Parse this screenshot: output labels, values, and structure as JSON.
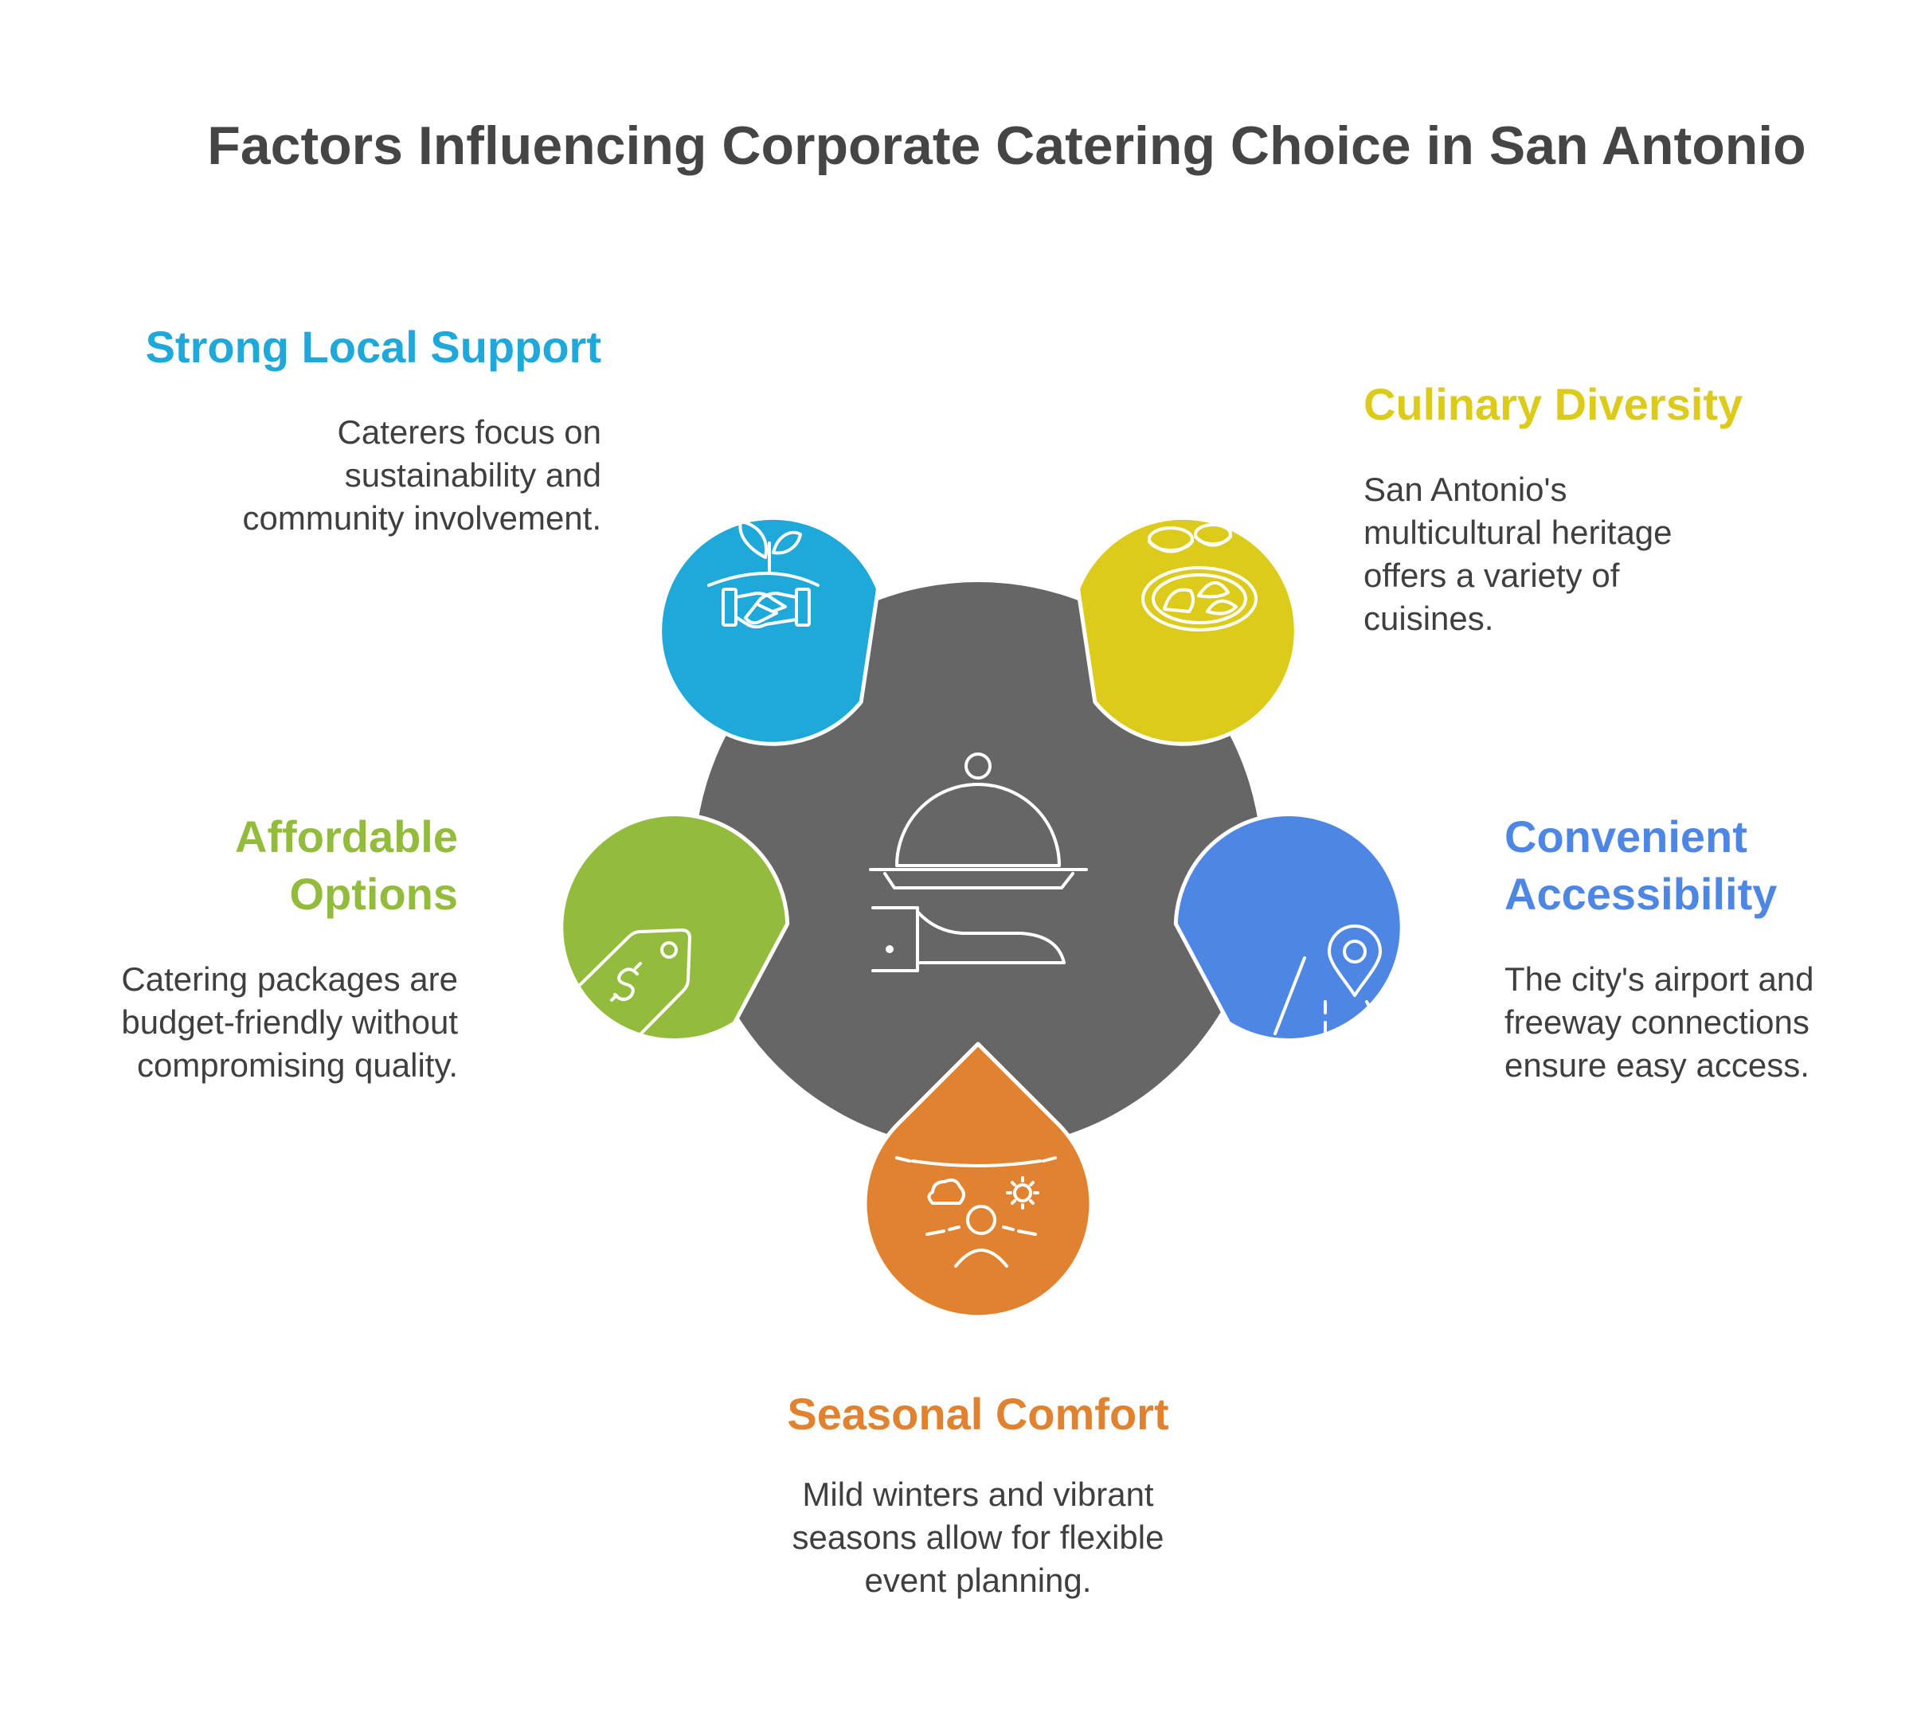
{
  "title": "Factors Influencing Corporate Catering Choice in San Antonio",
  "center": {
    "icon": "catering-cloche-serving-icon",
    "color": "#666666"
  },
  "factors": [
    {
      "label": "Strong Local Support",
      "color": "#1FA8DA",
      "icon": "plant-handshake-icon",
      "description": "Caterers focus on sustainability and community involvement."
    },
    {
      "label": "Culinary Diversity",
      "color": "#DDCB1B",
      "icon": "food-plate-bowls-icon",
      "description": "San Antonio's multicultural heritage offers a variety of cuisines."
    },
    {
      "label": "Convenient Accessibility",
      "color": "#4E86E5",
      "icon": "road-map-pin-icon",
      "description": "The city's airport and freeway connections ensure easy access."
    },
    {
      "label": "Seasonal Comfort",
      "color": "#E0822F",
      "icon": "person-weather-icon",
      "description": "Mild winters and vibrant seasons allow for flexible event planning."
    },
    {
      "label": "Affordable Options",
      "color": "#93BC3D",
      "icon": "price-tag-dollar-icon",
      "description": "Catering packages are budget-friendly without compromising quality."
    }
  ]
}
